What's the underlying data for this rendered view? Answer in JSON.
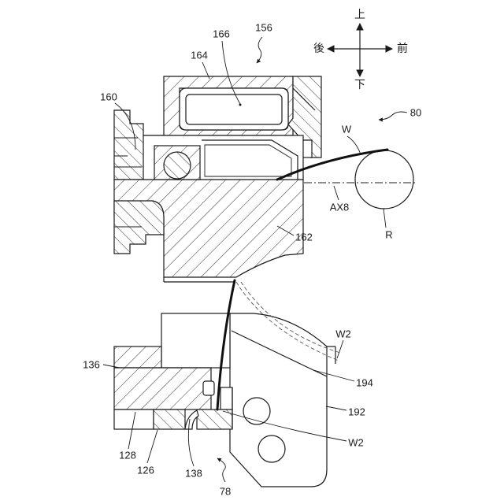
{
  "directions": {
    "up": "上",
    "down": "下",
    "back": "後",
    "front": "前"
  },
  "labels": {
    "n166": "166",
    "n156": "156",
    "n164": "164",
    "n160": "160",
    "n80": "80",
    "w": "W",
    "ax8": "AX8",
    "r": "R",
    "n162": "162",
    "w2_upper": "W2",
    "n136": "136",
    "n194": "194",
    "n192": "192",
    "n128": "128",
    "n126": "126",
    "n138": "138",
    "n78": "78",
    "w2_lower": "W2"
  }
}
